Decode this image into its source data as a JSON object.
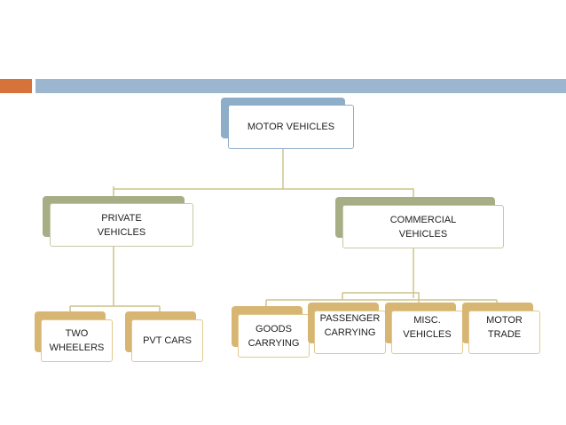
{
  "colors": {
    "bar_orange": "#d6733b",
    "bar_blue": "#9db6d0",
    "root_tab": "#8eadc9",
    "root_border": "#8eadc9",
    "level1_tab": "#a7ad85",
    "level1_border": "#c6c9a4",
    "leaf_tab": "#d7b572",
    "leaf_border": "#e2c98e",
    "connector": "#cdc38a"
  },
  "diagram": {
    "root": {
      "label": "MOTOR VEHICLES"
    },
    "private": {
      "label": "PRIVATE\nVEHICLES"
    },
    "commercial": {
      "label": "COMMERCIAL\nVEHICLES"
    },
    "two_wheelers": {
      "label": "TWO\nWHEELERS"
    },
    "pvt_cars": {
      "label": "PVT CARS"
    },
    "goods_carrying": {
      "label": "GOODS\nCARRYING"
    },
    "passenger_carrying": {
      "label": "PASSENGER\nCARRYING"
    },
    "misc_vehicles": {
      "label": "MISC.\nVEHICLES"
    },
    "motor_trade": {
      "label": "MOTOR\nTRADE"
    }
  }
}
